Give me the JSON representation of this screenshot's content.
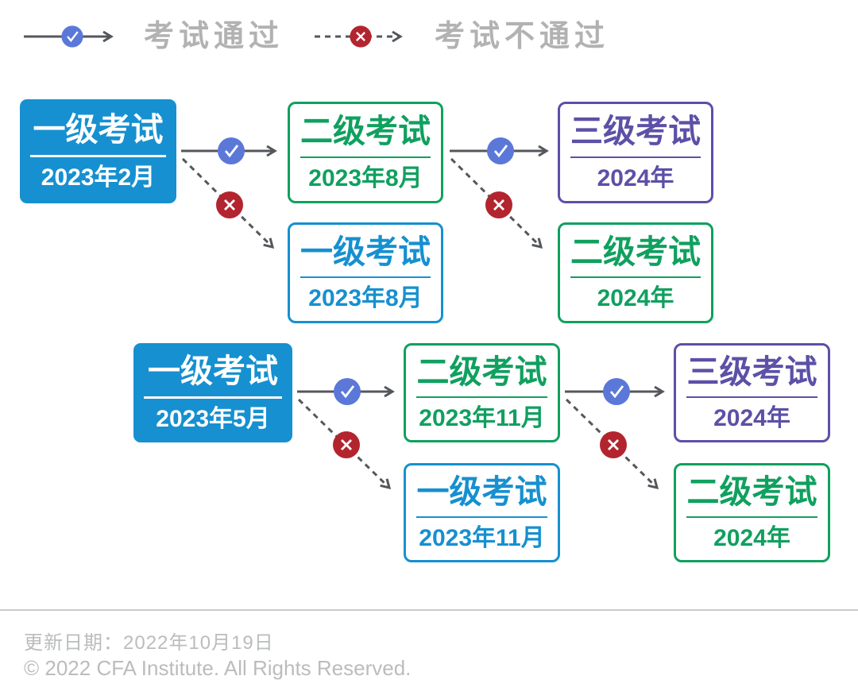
{
  "legend": {
    "pass_label": "考试通过",
    "fail_label": "考试不通过"
  },
  "nodes": [
    {
      "id": "level1-feb2023",
      "title": "一级考试",
      "date": "2023年2月",
      "variant": "filled-blue"
    },
    {
      "id": "level2-aug2023",
      "title": "二级考试",
      "date": "2023年8月",
      "variant": "outline-green"
    },
    {
      "id": "level3-2024-a",
      "title": "三级考试",
      "date": "2024年",
      "variant": "outline-purple"
    },
    {
      "id": "level1-aug2023",
      "title": "一级考试",
      "date": "2023年8月",
      "variant": "outline-blue"
    },
    {
      "id": "level2-2024-a",
      "title": "二级考试",
      "date": "2024年",
      "variant": "outline-green"
    },
    {
      "id": "level1-may2023",
      "title": "一级考试",
      "date": "2023年5月",
      "variant": "filled-blue"
    },
    {
      "id": "level2-nov2023",
      "title": "二级考试",
      "date": "2023年11月",
      "variant": "outline-green"
    },
    {
      "id": "level3-2024-b",
      "title": "三级考试",
      "date": "2024年",
      "variant": "outline-purple"
    },
    {
      "id": "level1-nov2023",
      "title": "一级考试",
      "date": "2023年11月",
      "variant": "outline-blue"
    },
    {
      "id": "level2-2024-b",
      "title": "二级考试",
      "date": "2024年",
      "variant": "outline-green"
    }
  ],
  "footer": {
    "updated": "更新日期：2022年10月19日",
    "copyright": "© 2022 CFA Institute. All Rights Reserved."
  },
  "colors": {
    "blue": "#1690D0",
    "green": "#10A05F",
    "purple": "#5C50A7",
    "pass_circle": "#5B78D9",
    "fail_circle": "#B2252F",
    "arrow": "#54575B",
    "legend_text": "#B2B2B2",
    "footer_text": "#BABCBE",
    "divider": "#C9CACB"
  }
}
